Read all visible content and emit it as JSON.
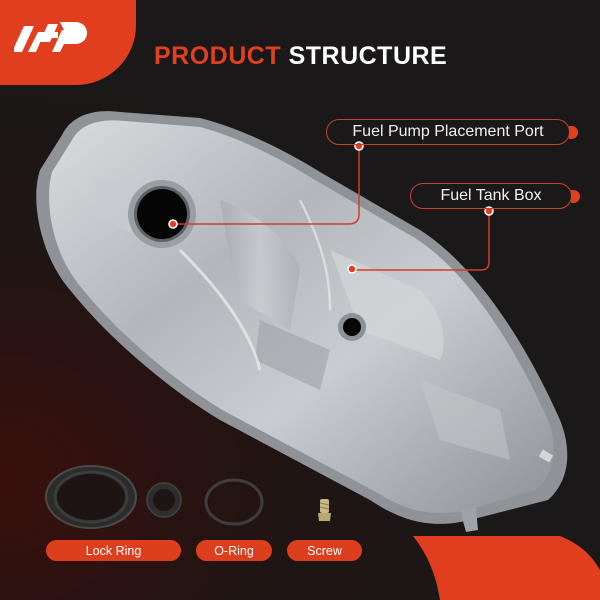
{
  "brand": {
    "logo_icon": "ap-logo-icon",
    "accent_color": "#e03e1f"
  },
  "header": {
    "title_accent": "PRODUCT",
    "title_rest": "STRUCTURE"
  },
  "product": {
    "image": "fuel-tank-image",
    "callouts": [
      {
        "label": "Fuel Pump Placement Port"
      },
      {
        "label": "Fuel Tank Box"
      }
    ]
  },
  "accessories": [
    {
      "label": "Lock Ring",
      "icon": "lock-ring-icon"
    },
    {
      "label": "O-Ring",
      "icon": "o-ring-icon"
    },
    {
      "label": "Screw",
      "icon": "screw-icon"
    }
  ],
  "colors": {
    "accent": "#e03e1f",
    "background": "#1c1a1a",
    "callout_border": "#c9412a",
    "tank_silver": "#b8bcc2"
  }
}
